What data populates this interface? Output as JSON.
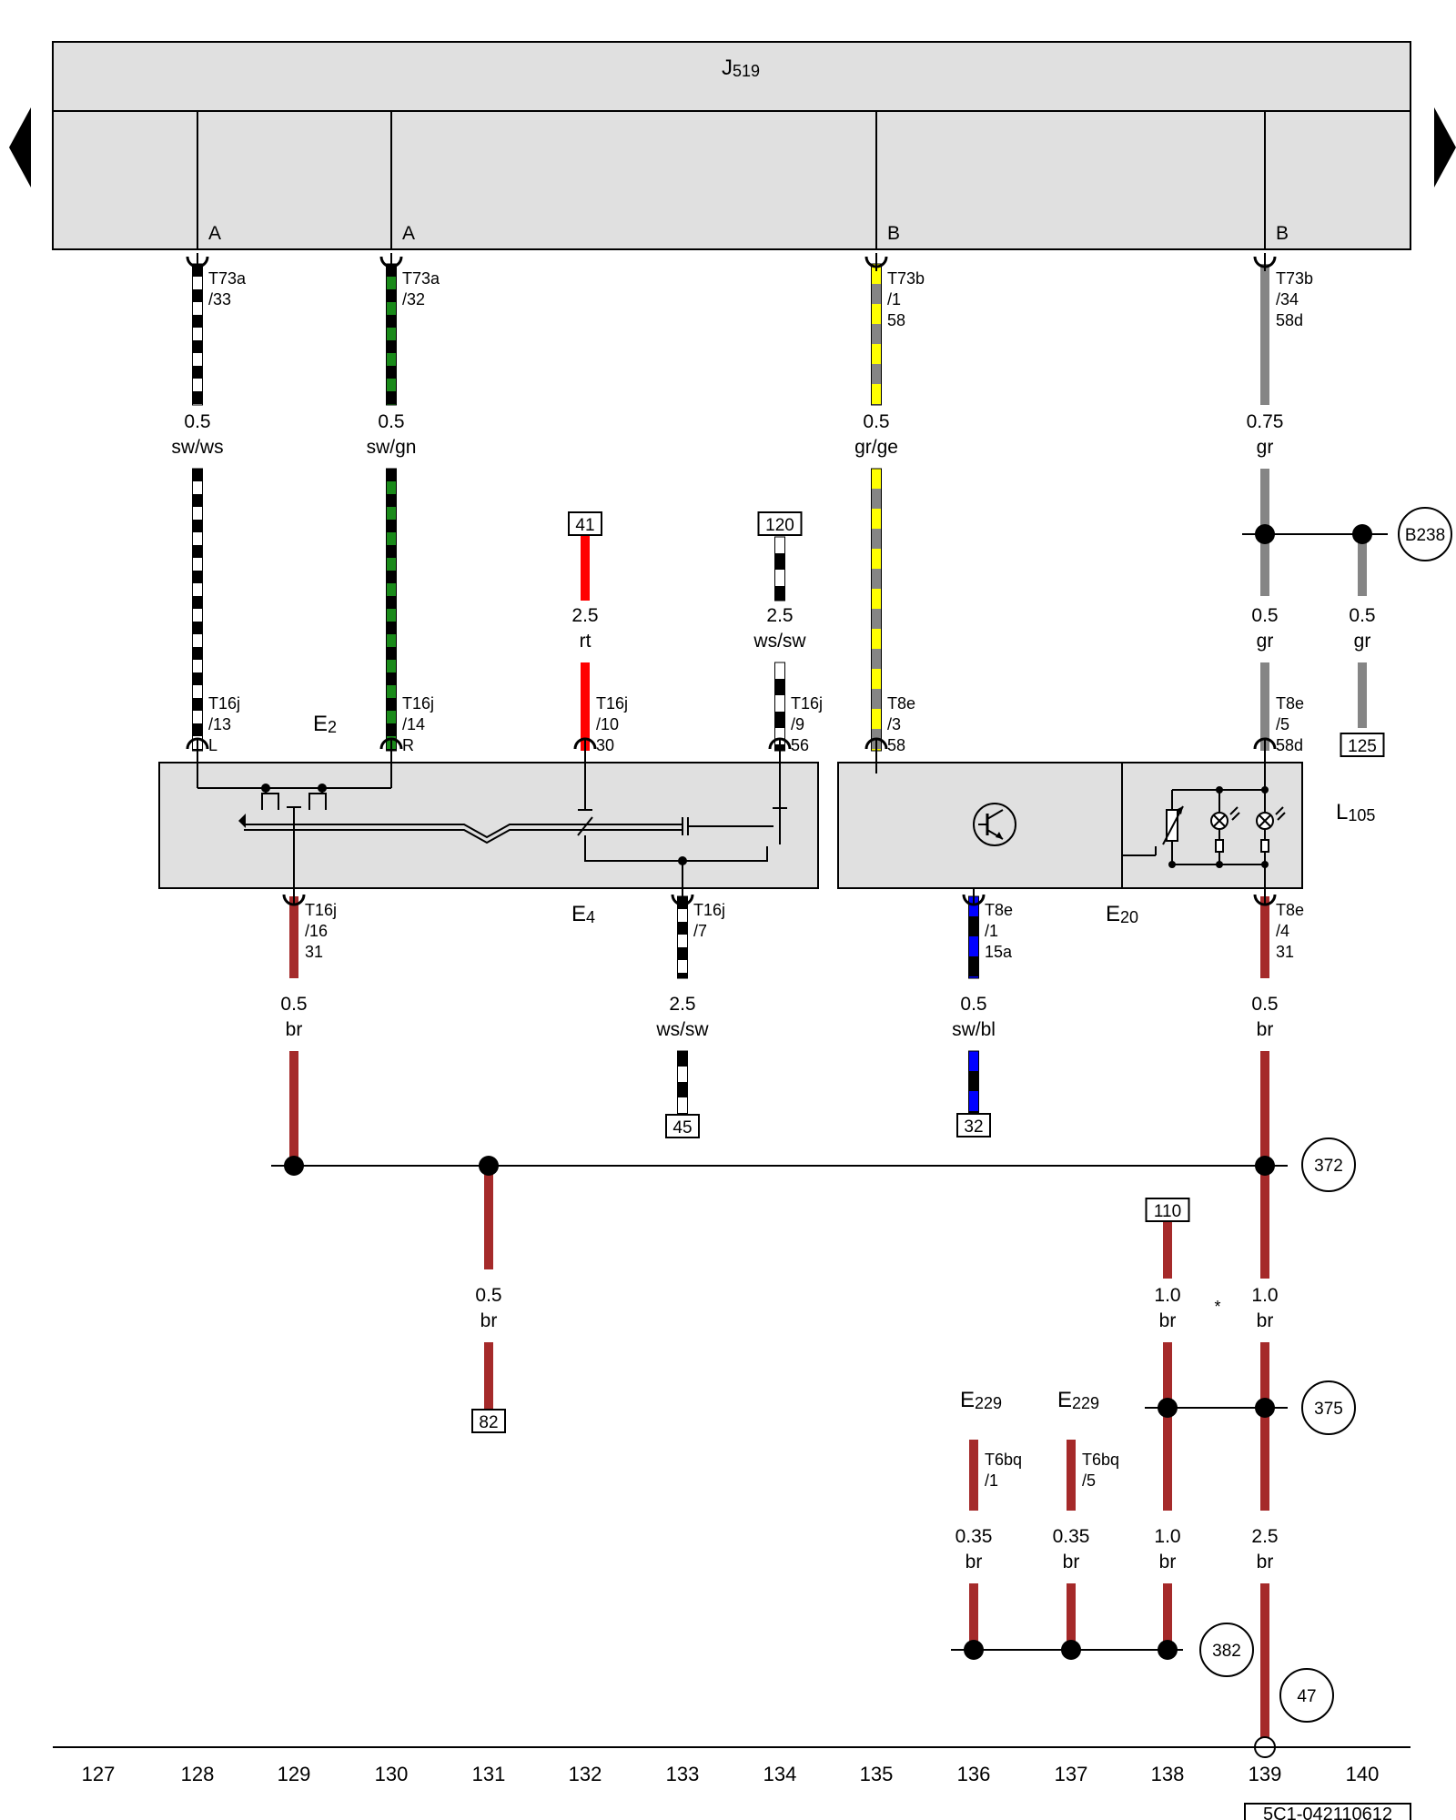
{
  "module": {
    "name": "J519",
    "name_letter": "J",
    "name_sub": "519"
  },
  "module_pins": {
    "a1": "A",
    "a2": "A",
    "b1": "B",
    "b2": "B"
  },
  "conn": {
    "c128": [
      "T73a",
      "/33"
    ],
    "c130": [
      "T73a",
      "/32"
    ],
    "c135": [
      "T73b",
      "/1",
      "58"
    ],
    "c139": [
      "T73b",
      "/34",
      "58d"
    ],
    "e128": [
      "T16j",
      "/13",
      "L"
    ],
    "e130": [
      "T16j",
      "/14",
      "R"
    ],
    "e132": [
      "T16j",
      "/10",
      "30"
    ],
    "e134": [
      "T16j",
      "/9",
      "56"
    ],
    "e135": [
      "T8e",
      "/3",
      "58"
    ],
    "e139": [
      "T8e",
      "/5",
      "58d"
    ],
    "b129": [
      "T16j",
      "/16",
      "31"
    ],
    "b133": [
      "T16j",
      "/7"
    ],
    "b136": [
      "T8e",
      "/1",
      "15a"
    ],
    "b139": [
      "T8e",
      "/4",
      "31"
    ],
    "f136": [
      "T6bq",
      "/1"
    ],
    "f137": [
      "T6bq",
      "/5"
    ]
  },
  "wires": {
    "w128": [
      "0.5",
      "sw/ws"
    ],
    "w130": [
      "0.5",
      "sw/gn"
    ],
    "w135": [
      "0.5",
      "gr/ge"
    ],
    "w139top": [
      "0.75",
      "gr"
    ],
    "w132": [
      "2.5",
      "rt"
    ],
    "w134": [
      "2.5",
      "ws/sw"
    ],
    "w139mid": [
      "0.5",
      "gr"
    ],
    "w140": [
      "0.5",
      "gr"
    ],
    "w129": [
      "0.5",
      "br"
    ],
    "w133": [
      "2.5",
      "ws/sw"
    ],
    "w136": [
      "0.5",
      "sw/bl"
    ],
    "w139low": [
      "0.5",
      "br"
    ],
    "w131": [
      "0.5",
      "br"
    ],
    "w138": [
      "1.0",
      "br"
    ],
    "w139b": [
      "1.0",
      "br"
    ],
    "w136b": [
      "0.35",
      "br"
    ],
    "w137b": [
      "0.35",
      "br"
    ],
    "w138b": [
      "1.0",
      "br"
    ],
    "w139c": [
      "2.5",
      "br"
    ]
  },
  "refs": {
    "r41": "41",
    "r120": "120",
    "r125": "125",
    "r45": "45",
    "r32": "32",
    "r82": "82",
    "r110": "110"
  },
  "grounds": {
    "g238": "B238",
    "g372": "372",
    "g375": "375",
    "g382": "382",
    "g47": "47"
  },
  "components": {
    "E2": [
      "E",
      "2"
    ],
    "E4": [
      "E",
      "4"
    ],
    "E20": [
      "E",
      "20"
    ],
    "L105": [
      "L",
      "105"
    ],
    "E229a": [
      "E",
      "229"
    ],
    "E229b": [
      "E",
      "229"
    ]
  },
  "asterisk": "*",
  "axis": [
    "127",
    "128",
    "129",
    "130",
    "131",
    "132",
    "133",
    "134",
    "135",
    "136",
    "137",
    "138",
    "139",
    "140"
  ],
  "doc_code": "5C1-042110612",
  "colors": {
    "sw": "#000000",
    "ws": "#ffffff",
    "gn": "#1a8a1a",
    "gr": "#858585",
    "ge": "#ffff00",
    "rt": "#ff0000",
    "br": "#a52a2a",
    "bl": "#0000ff",
    "panel": "#e0e0e0"
  }
}
